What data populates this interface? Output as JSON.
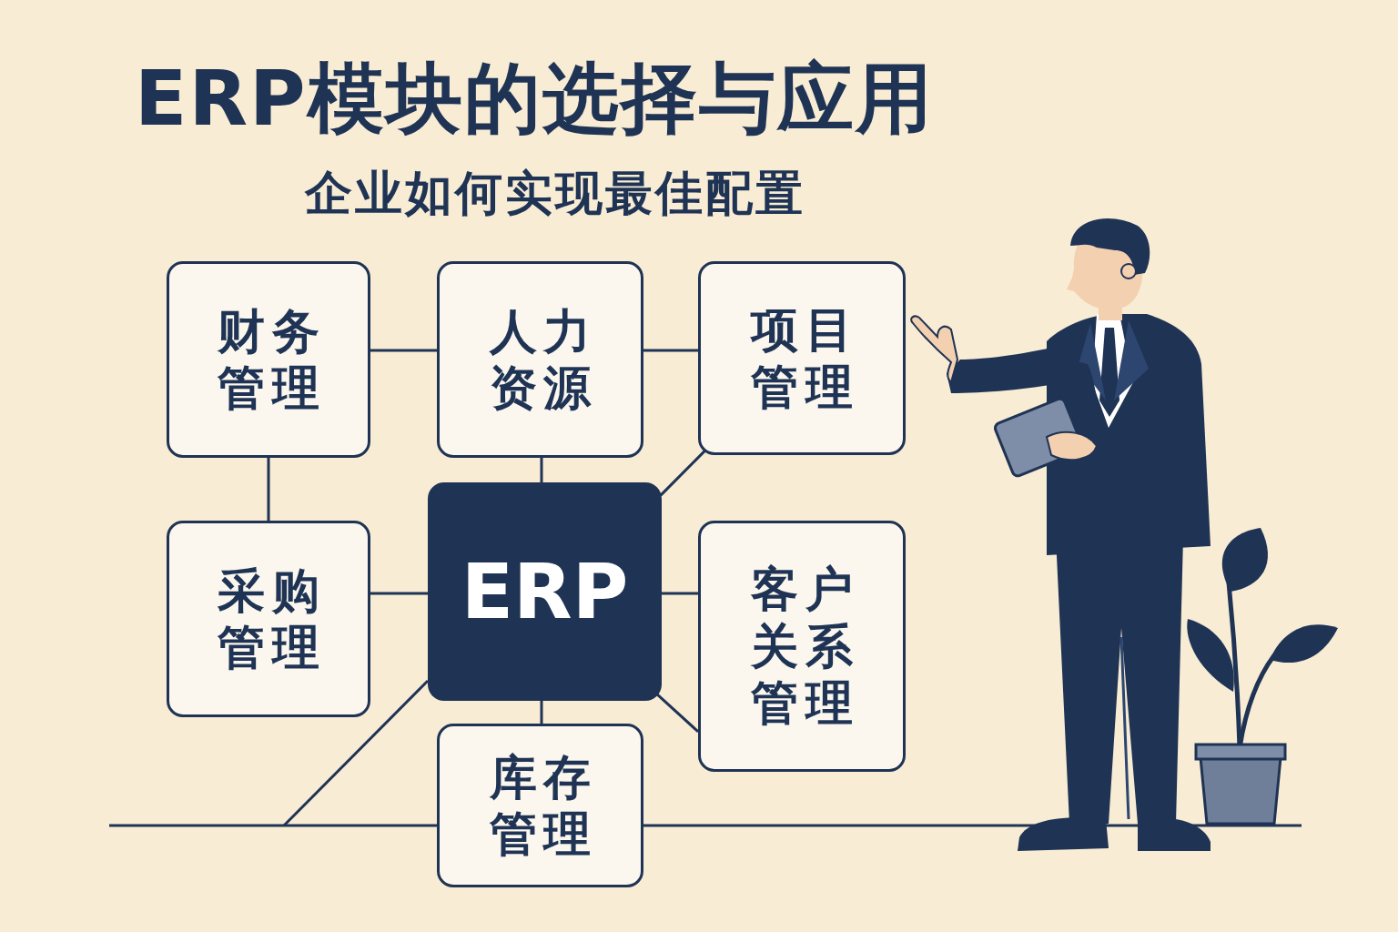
{
  "diagram": {
    "title": "ERP模块的选择与应用",
    "caption": "企业如何实现最佳配置",
    "nodes": [
      {
        "text": [
          "财务管理"
        ]
      },
      {
        "text": [
          "人力资源"
        ]
      },
      {
        "text": [
          "项目管理"
        ]
      },
      {
        "text": [
          "采购管理"
        ]
      },
      {
        "text": [
          "ERP"
        ]
      },
      {
        "text": [
          "客户关系管理"
        ]
      },
      {
        "text": [
          "库存管理"
        ]
      }
    ],
    "edges": [
      {
        "from": 0,
        "to": 1,
        "arrow": "none"
      },
      {
        "from": 1,
        "to": 2,
        "arrow": "none"
      },
      {
        "from": 0,
        "to": 3,
        "arrow": "none"
      },
      {
        "from": 1,
        "to": 4,
        "arrow": "none"
      },
      {
        "from": 2,
        "to": 4,
        "arrow": "none"
      },
      {
        "from": 3,
        "to": 4,
        "arrow": "none"
      },
      {
        "from": 4,
        "to": 5,
        "arrow": "none"
      },
      {
        "from": 4,
        "to": 6,
        "arrow": "none"
      },
      {
        "from": 4,
        "to": 5,
        "arrow": "none"
      }
    ]
  }
}
